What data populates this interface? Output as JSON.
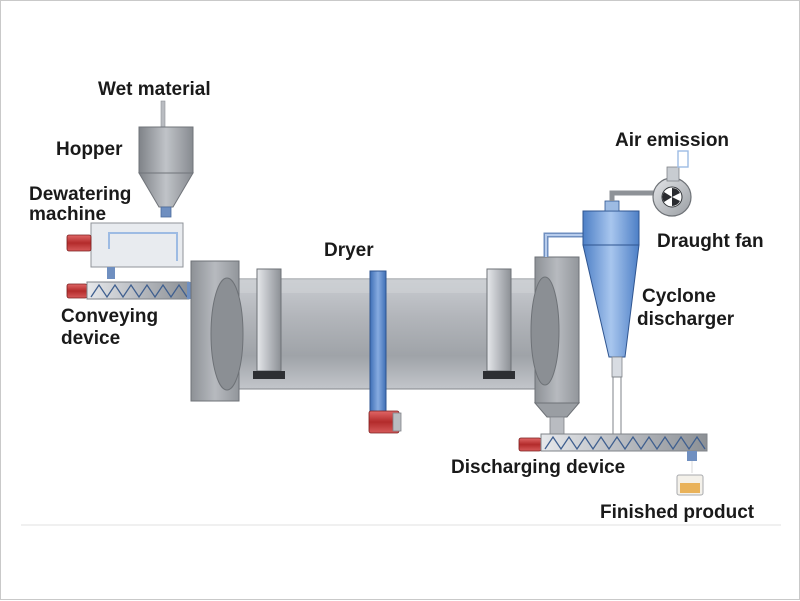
{
  "labels": {
    "wet_material": "Wet material",
    "hopper": "Hopper",
    "dewatering_line1": "Dewatering",
    "dewatering_line2": "machine",
    "conveying_line1": "Conveying",
    "conveying_line2": "device",
    "dryer": "Dryer",
    "air_emission": "Air emission",
    "draught_fan": "Draught fan",
    "cyclone_line1": "Cyclone",
    "cyclone_line2": "discharger",
    "discharging_device": "Discharging device",
    "finished_product": "Finished product"
  },
  "colors": {
    "steel": "#a9acb1",
    "steel_dark": "#7d8187",
    "steel_light": "#d4d7db",
    "blue": "#5b86c6",
    "blue_light": "#a9c4ea",
    "motor_red": "#c23a3a",
    "conveyor": "#dfe4ec",
    "product": "#e9b25a"
  }
}
